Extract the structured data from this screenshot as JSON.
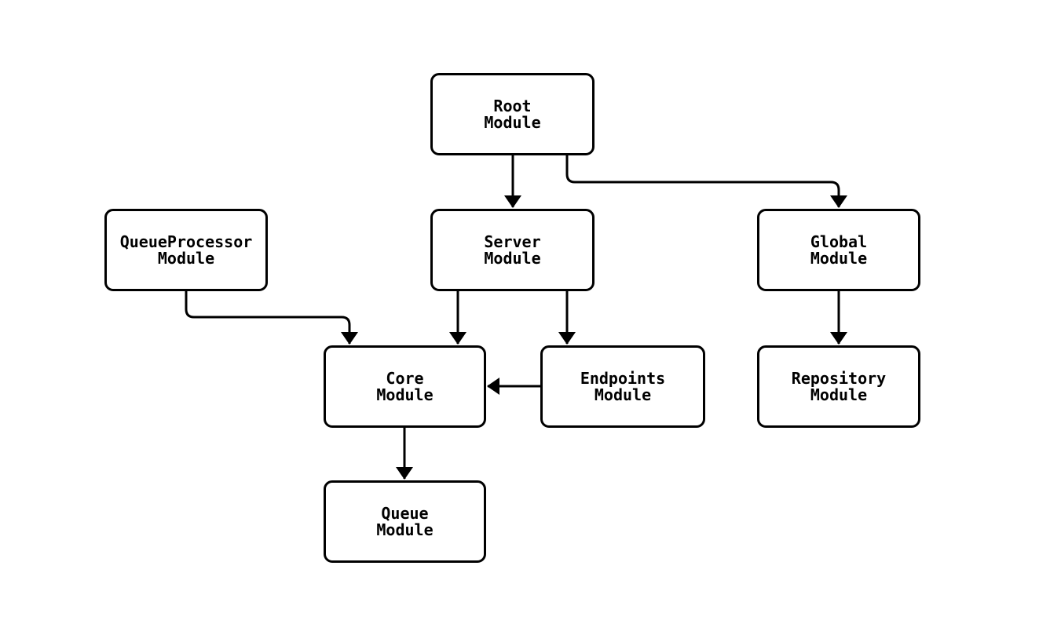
{
  "diagram": {
    "type": "flowchart",
    "background_color": "#ffffff",
    "node_fill_color": "#ffffff",
    "stroke_color": "#000000",
    "text_color": "#000000",
    "nodes": [
      {
        "id": "root",
        "label": "Root\nModule"
      },
      {
        "id": "queueprocessor",
        "label": "QueueProcessor\nModule"
      },
      {
        "id": "server",
        "label": "Server\nModule"
      },
      {
        "id": "global",
        "label": "Global\nModule"
      },
      {
        "id": "core",
        "label": "Core\nModule"
      },
      {
        "id": "endpoints",
        "label": "Endpoints\nModule"
      },
      {
        "id": "repository",
        "label": "Repository\nModule"
      },
      {
        "id": "queue",
        "label": "Queue\nModule"
      }
    ],
    "edges": [
      {
        "from": "root",
        "to": "server"
      },
      {
        "from": "root",
        "to": "global"
      },
      {
        "from": "queueprocessor",
        "to": "core"
      },
      {
        "from": "server",
        "to": "core"
      },
      {
        "from": "server",
        "to": "endpoints"
      },
      {
        "from": "endpoints",
        "to": "core"
      },
      {
        "from": "global",
        "to": "repository"
      },
      {
        "from": "core",
        "to": "queue"
      }
    ]
  }
}
